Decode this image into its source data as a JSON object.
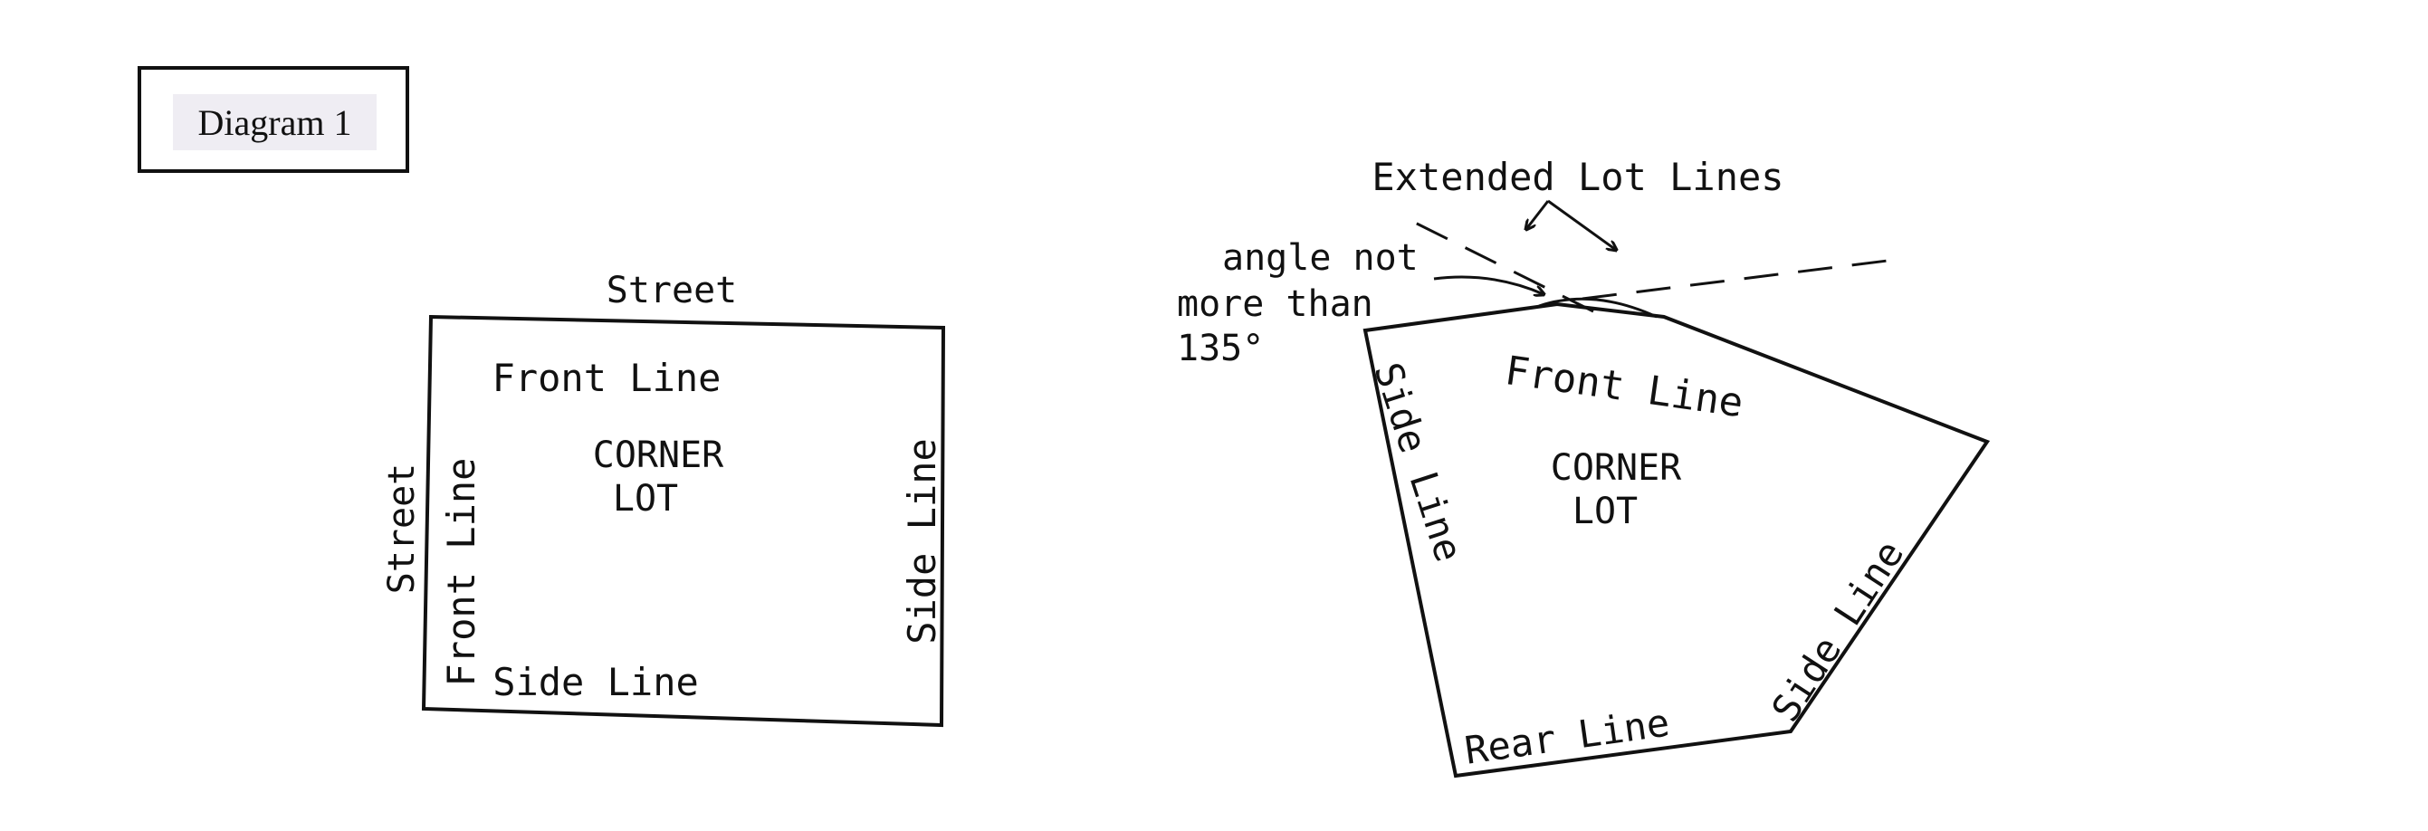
{
  "diagram": {
    "title": "Diagram 1",
    "lot1": {
      "top_street": "Street",
      "left_street": "Street",
      "front_line_top": "Front Line",
      "front_line_left": "Front Line",
      "corner_lot_line1": "CORNER",
      "corner_lot_line2": "LOT",
      "side_line_right": "Side Line",
      "side_line_bottom": "Side Line"
    },
    "lot2": {
      "extended_lot_lines": "Extended Lot Lines",
      "angle_line1": "angle not",
      "angle_line2": "more than",
      "angle_line3": "135°",
      "front_line": "Front Line",
      "corner_lot_line1": "CORNER",
      "corner_lot_line2": "LOT",
      "side_line_left": "Side Line",
      "side_line_right": "Side Line",
      "rear_line": "Rear Line"
    },
    "colors": {
      "ink": "#111111",
      "title_fill": "#efedf3"
    }
  }
}
